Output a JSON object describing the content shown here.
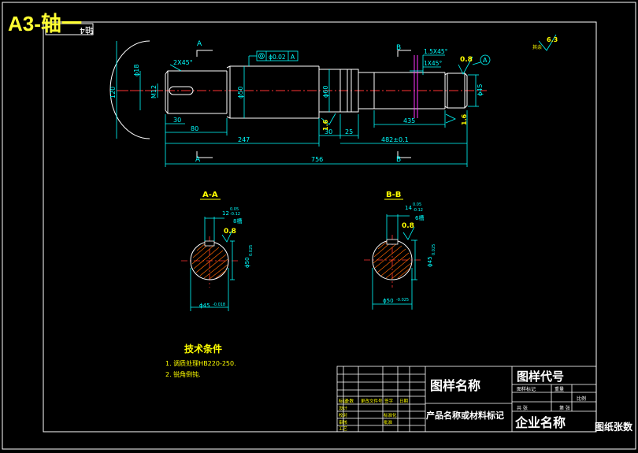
{
  "file_title": "A3-轴一",
  "drawing_no_label": "轴4",
  "colors": {
    "background": "#000000",
    "frame": "#ffffff",
    "outline": "#ffffff",
    "dimension": "#00ffff",
    "centerline": "#ff3333",
    "symbol": "#ffff00",
    "hatch": "#ff3333",
    "title_block_text": "#ffffff",
    "title_block_small": "#ffff00"
  },
  "main_view": {
    "dims": {
      "chamfer_left": "2X45°",
      "dia_18": "ϕ18",
      "dia_m12": "M12",
      "dim_120": "120",
      "dim_30": "30",
      "dim_80": "80",
      "dim_247": "247",
      "dim_756": "756",
      "dia_50": "ϕ50",
      "dia_60": "ϕ60",
      "dim_30b": "30",
      "dim_25": "25",
      "dim_435": "435",
      "dim_482": "482±0.1",
      "chamfer_15": "1.5X45°",
      "chamfer_1": "1X45°",
      "dia_45": "ϕ45",
      "tolerance_frame_value": "ϕ0.02",
      "tolerance_frame_datum": "A",
      "rough_08": "0.8",
      "rough_16a": "1.6",
      "rough_16b": "1.6",
      "rough_top": "6.3",
      "rough_top_note": "其余",
      "datum_a": "A"
    },
    "section_marks": {
      "a_top": "A",
      "a_bottom": "A",
      "b_top": "B",
      "b_bottom": "B"
    }
  },
  "section_aa": {
    "title": "A-A",
    "dim_top": "12",
    "dim_top_tol_hi": "0.05",
    "dim_top_tol_lo": "-0.12",
    "depth_note": "8槽",
    "rough": "0.8",
    "dia_right": "ϕ50",
    "dia_right_tol": "0.025",
    "dim_bottom": "ϕ45",
    "dim_bottom_tol": "-0.018"
  },
  "section_bb": {
    "title": "B-B",
    "dim_top": "14",
    "dim_top_tol_hi": "0.05",
    "dim_top_tol_lo": "-0.12",
    "depth_note": "6槽",
    "rough": "0.8",
    "dia_right": "ϕ45",
    "dia_right_tol": "0.025",
    "dim_bottom": "ϕ50",
    "dim_bottom_tol": "-0.025"
  },
  "tech_requirements": {
    "title": "技术条件",
    "items": [
      "1. 调质处理HB220-250.",
      "2. 锐角倒钝."
    ]
  },
  "title_block": {
    "drawing_name": "图样名称",
    "drawing_code": "图样代号",
    "product_name": "产品名称或材料标记",
    "company_name": "企业名称",
    "cells_small_right": [
      "图样标记",
      "重量",
      "比例",
      "共 张",
      "第 张"
    ],
    "cells_small_left": [
      "标记",
      "处数",
      "更改文件号",
      "签字",
      "日期",
      "设计",
      "校对",
      "审核",
      "工艺",
      "标准化",
      "批准"
    ]
  },
  "page_count": "图纸张数"
}
